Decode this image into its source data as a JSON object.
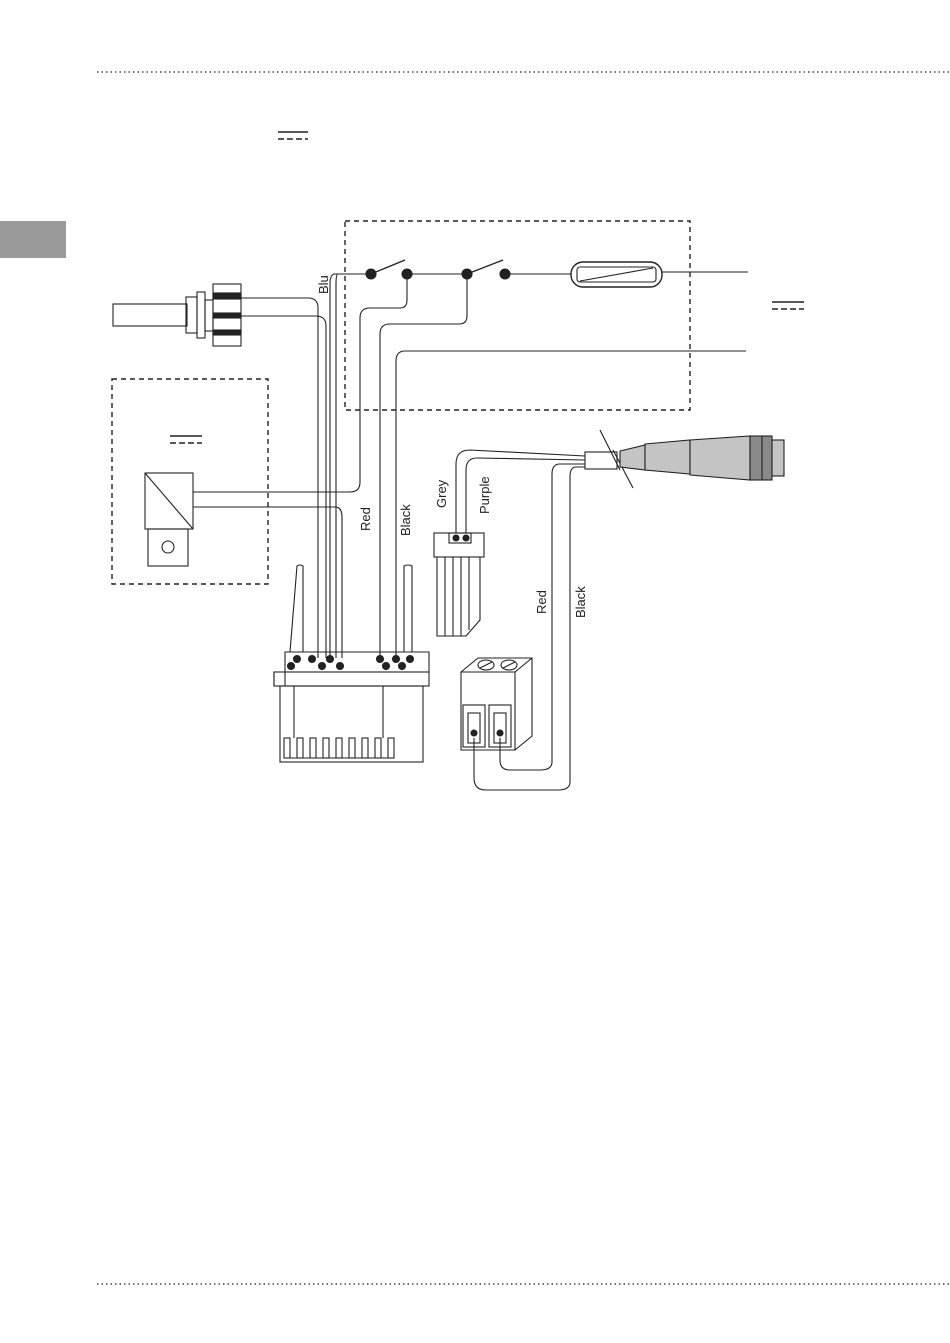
{
  "colors": {
    "ink": "#222222",
    "side_tab": "#9a9a9a",
    "connector_light": "#c4c4c4",
    "connector_dark": "#8a8a8a",
    "background": "#ffffff"
  },
  "icons": {
    "dc_symbol": "dc-voltage-symbol-icon",
    "side_tab": "section-tab-marker"
  },
  "wire_labels": {
    "blu": "Blu",
    "red_left": "Red",
    "black_left": "Black",
    "grey": "Grey",
    "purple": "Purple",
    "red_right": "Red",
    "black_right": "Black"
  }
}
